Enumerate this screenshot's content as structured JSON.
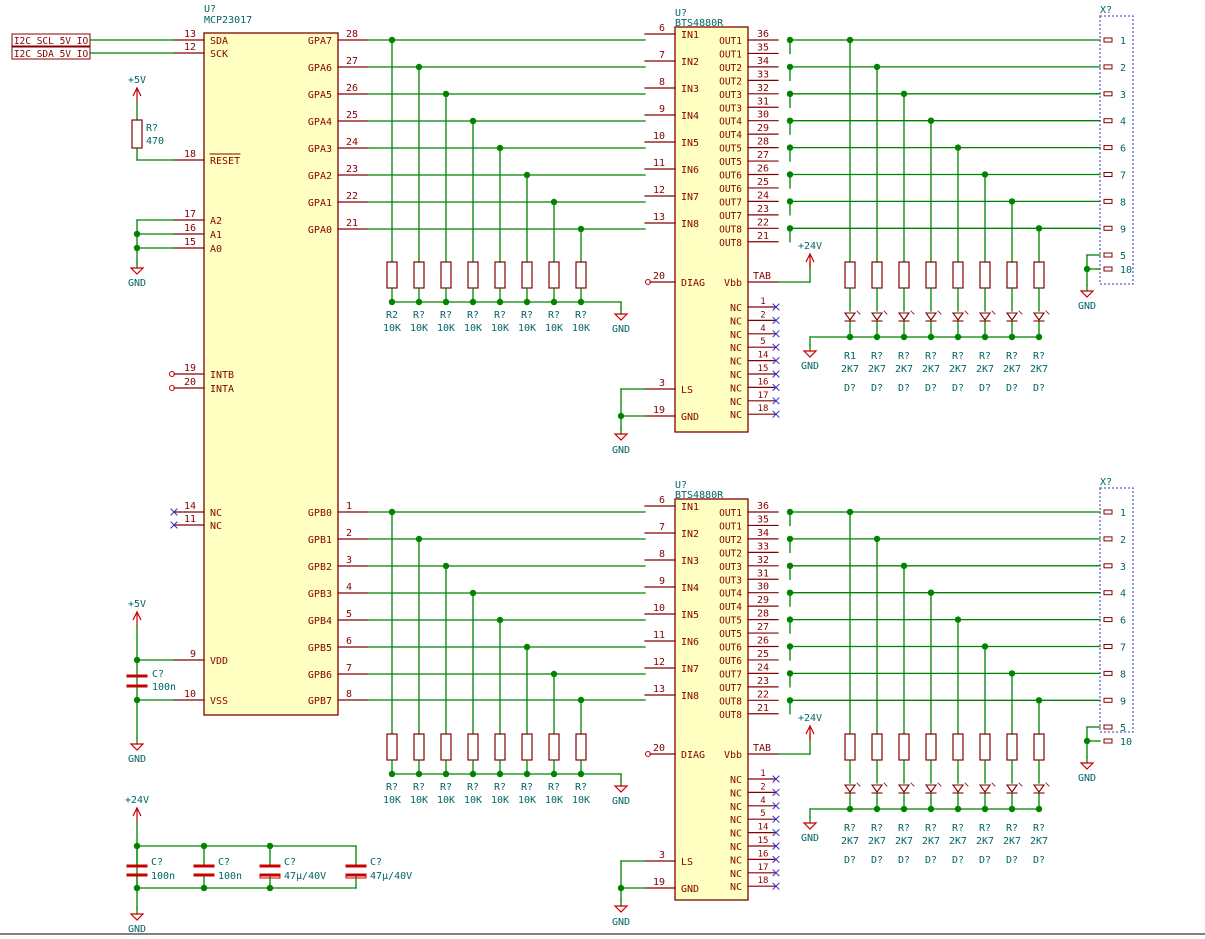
{
  "mcp": {
    "ref": "U?",
    "value": "MCP23017",
    "left": [
      {
        "num": "13",
        "name": "SDA"
      },
      {
        "num": "12",
        "name": "SCK"
      },
      {
        "num": "18",
        "name": "RESET"
      },
      {
        "num": "17",
        "name": "A2"
      },
      {
        "num": "16",
        "name": "A1"
      },
      {
        "num": "15",
        "name": "A0"
      },
      {
        "num": "19",
        "name": "INTB"
      },
      {
        "num": "20",
        "name": "INTA"
      },
      {
        "num": "14",
        "name": "NC"
      },
      {
        "num": "11",
        "name": "NC"
      },
      {
        "num": "9",
        "name": "VDD"
      },
      {
        "num": "10",
        "name": "VSS"
      }
    ],
    "gpa": [
      {
        "num": "28",
        "name": "GPA7"
      },
      {
        "num": "27",
        "name": "GPA6"
      },
      {
        "num": "26",
        "name": "GPA5"
      },
      {
        "num": "25",
        "name": "GPA4"
      },
      {
        "num": "24",
        "name": "GPA3"
      },
      {
        "num": "23",
        "name": "GPA2"
      },
      {
        "num": "22",
        "name": "GPA1"
      },
      {
        "num": "21",
        "name": "GPA0"
      }
    ],
    "gpb": [
      {
        "num": "1",
        "name": "GPB0"
      },
      {
        "num": "2",
        "name": "GPB1"
      },
      {
        "num": "3",
        "name": "GPB2"
      },
      {
        "num": "4",
        "name": "GPB3"
      },
      {
        "num": "5",
        "name": "GPB4"
      },
      {
        "num": "6",
        "name": "GPB5"
      },
      {
        "num": "7",
        "name": "GPB6"
      },
      {
        "num": "8",
        "name": "GPB7"
      }
    ]
  },
  "labels": [
    "I2C_SCL_5V_IO",
    "I2C_SDA_5V_IO"
  ],
  "power": {
    "p5v": "+5V",
    "p24v": "+24V",
    "gnd": "GND"
  },
  "reset_res": {
    "ref": "R?",
    "value": "470"
  },
  "decoupling": {
    "ref": "C?",
    "value": "100n"
  },
  "bulk_caps": [
    {
      "ref": "C?",
      "value": "100n"
    },
    {
      "ref": "C?",
      "value": "100n"
    },
    {
      "ref": "C?",
      "value": "47µ/40V"
    },
    {
      "ref": "C?",
      "value": "47µ/40V"
    }
  ],
  "pulldowns_top": [
    {
      "ref": "R2",
      "value": "10K"
    },
    {
      "ref": "R?",
      "value": "10K"
    },
    {
      "ref": "R?",
      "value": "10K"
    },
    {
      "ref": "R?",
      "value": "10K"
    },
    {
      "ref": "R?",
      "value": "10K"
    },
    {
      "ref": "R?",
      "value": "10K"
    },
    {
      "ref": "R?",
      "value": "10K"
    },
    {
      "ref": "R?",
      "value": "10K"
    }
  ],
  "pulldowns_bottom": [
    {
      "ref": "R?",
      "value": "10K"
    },
    {
      "ref": "R?",
      "value": "10K"
    },
    {
      "ref": "R?",
      "value": "10K"
    },
    {
      "ref": "R?",
      "value": "10K"
    },
    {
      "ref": "R?",
      "value": "10K"
    },
    {
      "ref": "R?",
      "value": "10K"
    },
    {
      "ref": "R?",
      "value": "10K"
    },
    {
      "ref": "R?",
      "value": "10K"
    }
  ],
  "led_top": {
    "res": [
      {
        "ref": "R1",
        "value": "2K7"
      },
      {
        "ref": "R?",
        "value": "2K7"
      },
      {
        "ref": "R?",
        "value": "2K7"
      },
      {
        "ref": "R?",
        "value": "2K7"
      },
      {
        "ref": "R?",
        "value": "2K7"
      },
      {
        "ref": "R?",
        "value": "2K7"
      },
      {
        "ref": "R?",
        "value": "2K7"
      },
      {
        "ref": "R?",
        "value": "2K7"
      }
    ],
    "diodes": [
      "D?",
      "D?",
      "D?",
      "D?",
      "D?",
      "D?",
      "D?",
      "D?"
    ]
  },
  "led_bottom": {
    "res": [
      {
        "ref": "R?",
        "value": "2K7"
      },
      {
        "ref": "R?",
        "value": "2K7"
      },
      {
        "ref": "R?",
        "value": "2K7"
      },
      {
        "ref": "R?",
        "value": "2K7"
      },
      {
        "ref": "R?",
        "value": "2K7"
      },
      {
        "ref": "R?",
        "value": "2K7"
      },
      {
        "ref": "R?",
        "value": "2K7"
      },
      {
        "ref": "R?",
        "value": "2K7"
      }
    ],
    "diodes": [
      "D?",
      "D?",
      "D?",
      "D?",
      "D?",
      "D?",
      "D?",
      "D?"
    ]
  },
  "bts": {
    "ref": "U?",
    "value": "BTS4880R",
    "inputs": [
      {
        "num": "6",
        "name": "IN1"
      },
      {
        "num": "7",
        "name": "IN2"
      },
      {
        "num": "8",
        "name": "IN3"
      },
      {
        "num": "9",
        "name": "IN4"
      },
      {
        "num": "10",
        "name": "IN5"
      },
      {
        "num": "11",
        "name": "IN6"
      },
      {
        "num": "12",
        "name": "IN7"
      },
      {
        "num": "13",
        "name": "IN8"
      }
    ],
    "diag": {
      "num": "20",
      "name": "DIAG"
    },
    "ls": {
      "num": "3",
      "name": "LS"
    },
    "gnd": {
      "num": "19",
      "name": "GND"
    },
    "outputs": [
      {
        "num": "36",
        "name": "OUT1"
      },
      {
        "num": "35",
        "name": "OUT1"
      },
      {
        "num": "34",
        "name": "OUT2"
      },
      {
        "num": "33",
        "name": "OUT2"
      },
      {
        "num": "32",
        "name": "OUT3"
      },
      {
        "num": "31",
        "name": "OUT3"
      },
      {
        "num": "30",
        "name": "OUT4"
      },
      {
        "num": "29",
        "name": "OUT4"
      },
      {
        "num": "28",
        "name": "OUT5"
      },
      {
        "num": "27",
        "name": "OUT5"
      },
      {
        "num": "26",
        "name": "OUT6"
      },
      {
        "num": "25",
        "name": "OUT6"
      },
      {
        "num": "24",
        "name": "OUT7"
      },
      {
        "num": "23",
        "name": "OUT7"
      },
      {
        "num": "22",
        "name": "OUT8"
      },
      {
        "num": "21",
        "name": "OUT8"
      }
    ],
    "vbb": {
      "num": "TAB",
      "name": "Vbb"
    },
    "nc": [
      {
        "num": "1",
        "name": "NC"
      },
      {
        "num": "2",
        "name": "NC"
      },
      {
        "num": "4",
        "name": "NC"
      },
      {
        "num": "5",
        "name": "NC"
      },
      {
        "num": "14",
        "name": "NC"
      },
      {
        "num": "15",
        "name": "NC"
      },
      {
        "num": "16",
        "name": "NC"
      },
      {
        "num": "17",
        "name": "NC"
      },
      {
        "num": "18",
        "name": "NC"
      }
    ]
  },
  "connector": {
    "ref": "X?",
    "pins": [
      "1",
      "2",
      "3",
      "4",
      "6",
      "7",
      "8",
      "9"
    ],
    "gnd_pins": [
      "5",
      "10"
    ]
  }
}
